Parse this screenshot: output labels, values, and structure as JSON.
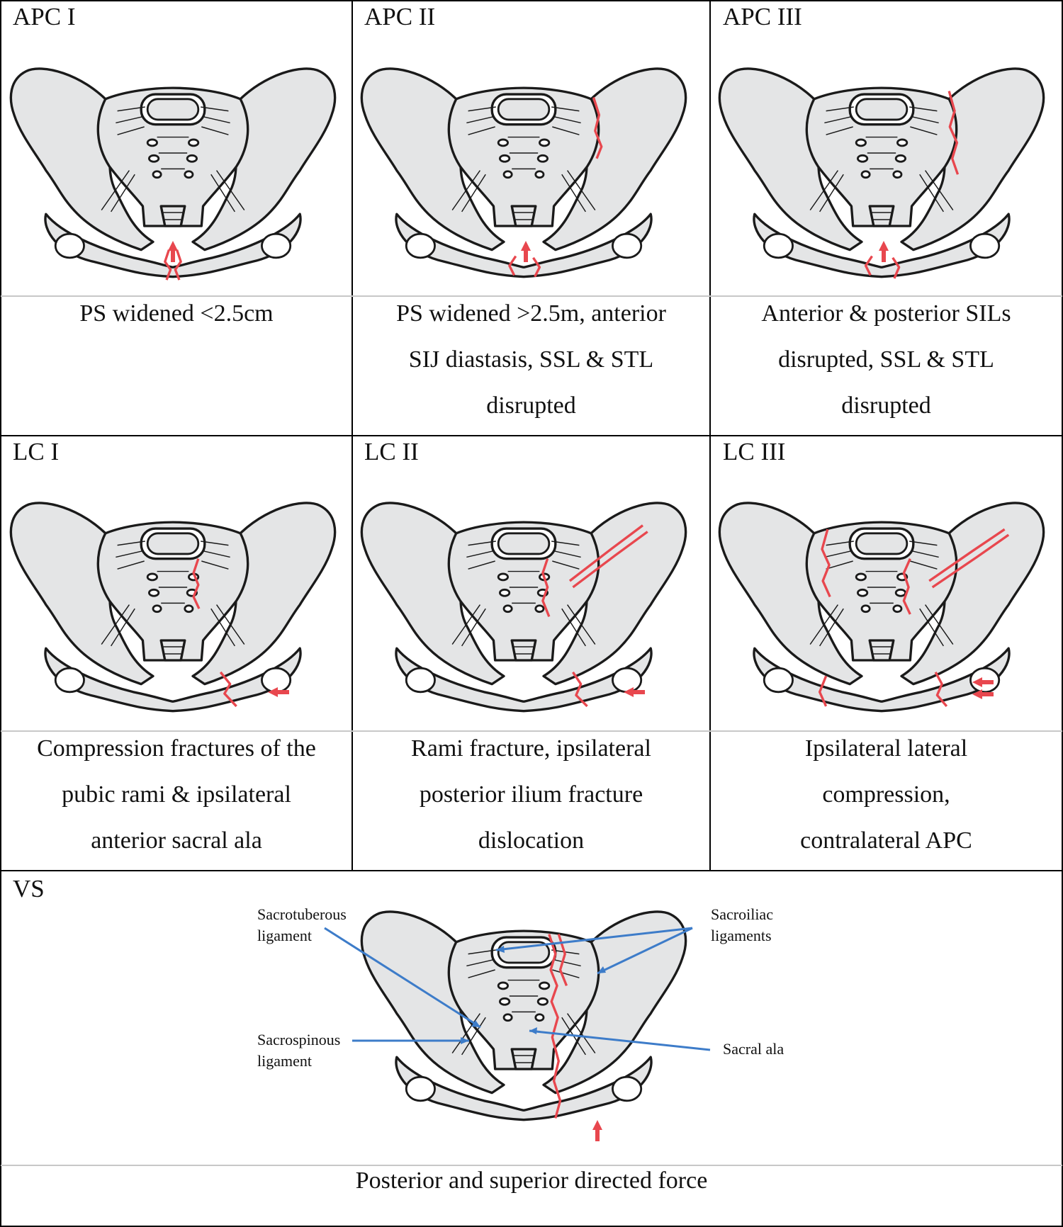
{
  "colors": {
    "bone_fill": "#e4e5e6",
    "bone_stroke": "#1a1a1a",
    "fracture": "#e8474e",
    "arrow": "#e8474e",
    "callout_line": "#3d7cc9",
    "grid_line": "#000000",
    "divider": "#c8c8c8"
  },
  "panels": [
    {
      "id": "apc1",
      "label": "APC I",
      "caption": [
        "PS widened <2.5cm"
      ]
    },
    {
      "id": "apc2",
      "label": "APC II",
      "caption": [
        "PS widened >2.5m, anterior",
        "SIJ diastasis, SSL & STL",
        "disrupted"
      ]
    },
    {
      "id": "apc3",
      "label": "APC III",
      "caption": [
        "Anterior & posterior SILs",
        "disrupted, SSL & STL",
        "disrupted"
      ]
    },
    {
      "id": "lc1",
      "label": "LC I",
      "caption": [
        "Compression fractures of the",
        "pubic rami & ipsilateral",
        "anterior sacral ala"
      ]
    },
    {
      "id": "lc2",
      "label": "LC II",
      "caption": [
        "Rami fracture, ipsilateral",
        "posterior ilium fracture",
        "dislocation"
      ]
    },
    {
      "id": "lc3",
      "label": "LC III",
      "caption": [
        "Ipsilateral lateral",
        "compression,",
        "contralateral APC"
      ]
    },
    {
      "id": "vs",
      "label": "VS",
      "caption": [
        "Posterior and superior directed force"
      ]
    }
  ],
  "vs_annotations": {
    "sacrotuberous": [
      "Sacrotuberous",
      "ligament"
    ],
    "sacrospinous": [
      "Sacrospinous",
      "ligament"
    ],
    "sacroiliac": [
      "Sacroiliac",
      "ligaments"
    ],
    "sacral_ala": [
      "Sacral ala"
    ]
  }
}
